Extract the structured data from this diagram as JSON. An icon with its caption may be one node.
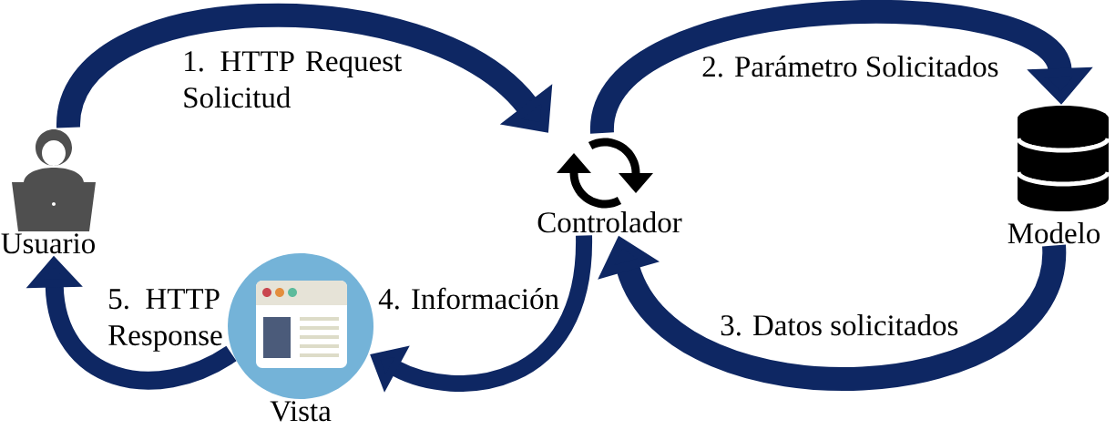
{
  "diagram": {
    "nodes": [
      {
        "text": [
          "Usuario"
        ]
      },
      {
        "text": [
          "Controlador"
        ]
      },
      {
        "text": [
          "Modelo"
        ]
      },
      {
        "text": [
          "Vista"
        ]
      }
    ],
    "edges": [
      {
        "from": 0,
        "to": 1,
        "arrow": "to",
        "label": "1. HTTP Request Solicitud"
      },
      {
        "from": 1,
        "to": 2,
        "arrow": "to",
        "label": "2. Parámetro Solicitados"
      },
      {
        "from": 2,
        "to": 1,
        "arrow": "to",
        "label": "3. Datos solicitados"
      },
      {
        "from": 1,
        "to": 3,
        "arrow": "to",
        "label": "4. Información"
      },
      {
        "from": 3,
        "to": 0,
        "arrow": "to",
        "label": "5. HTTP Response"
      }
    ]
  }
}
